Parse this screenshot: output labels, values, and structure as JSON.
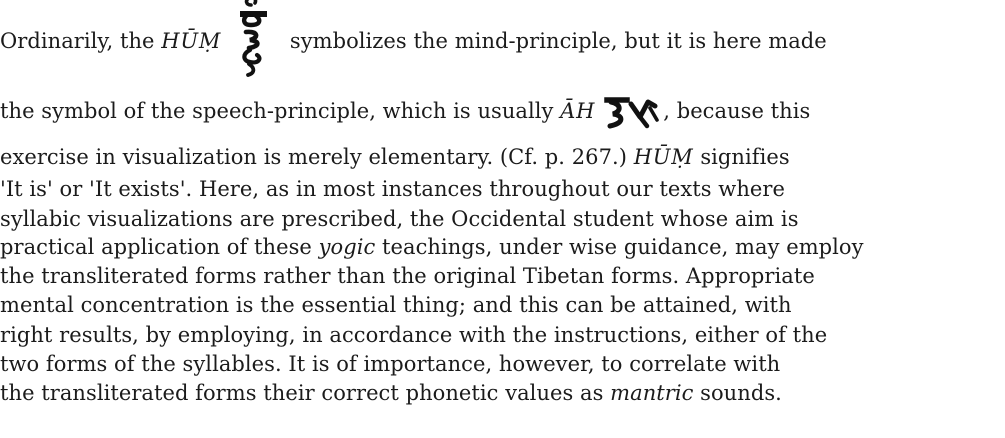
{
  "document": {
    "lines": [
      {
        "before": "Ordinarily, the ",
        "term": "HŪṂ",
        "after": " symbolizes the mind-principle, but it is here made"
      },
      {
        "before": "the symbol of the speech-principle, which is usually ",
        "term": "ĀH",
        "after": ", because this"
      },
      {
        "before": "exercise in visualization is merely elementary.  (Cf. p. 267.)  ",
        "term": "HŪṂ",
        "after": " signifies"
      },
      {
        "text": "'It is' or 'It exists'.  Here, as in most instances throughout our texts where"
      },
      {
        "text": "syllabic visualizations are prescribed, the Occidental student whose aim is"
      },
      {
        "before": "practical application of these ",
        "term": "yogic",
        "after": " teachings, under wise guidance, may employ"
      },
      {
        "text": "the transliterated forms rather than the original Tibetan forms.   Appropriate"
      },
      {
        "text": "mental concentration is the essential thing; and this can be attained, with"
      },
      {
        "text": "right results, by employing, in accordance with the instructions, either of the"
      },
      {
        "text": "two forms of the syllables.  It is of importance, however, to correlate with"
      },
      {
        "before": "the transliterated forms their correct phonetic values as ",
        "term": "mantric",
        "after": " sounds."
      }
    ]
  },
  "glyphs": {
    "hum": "tibetan-hum-icon",
    "ah": "tibetan-ah-icon"
  }
}
